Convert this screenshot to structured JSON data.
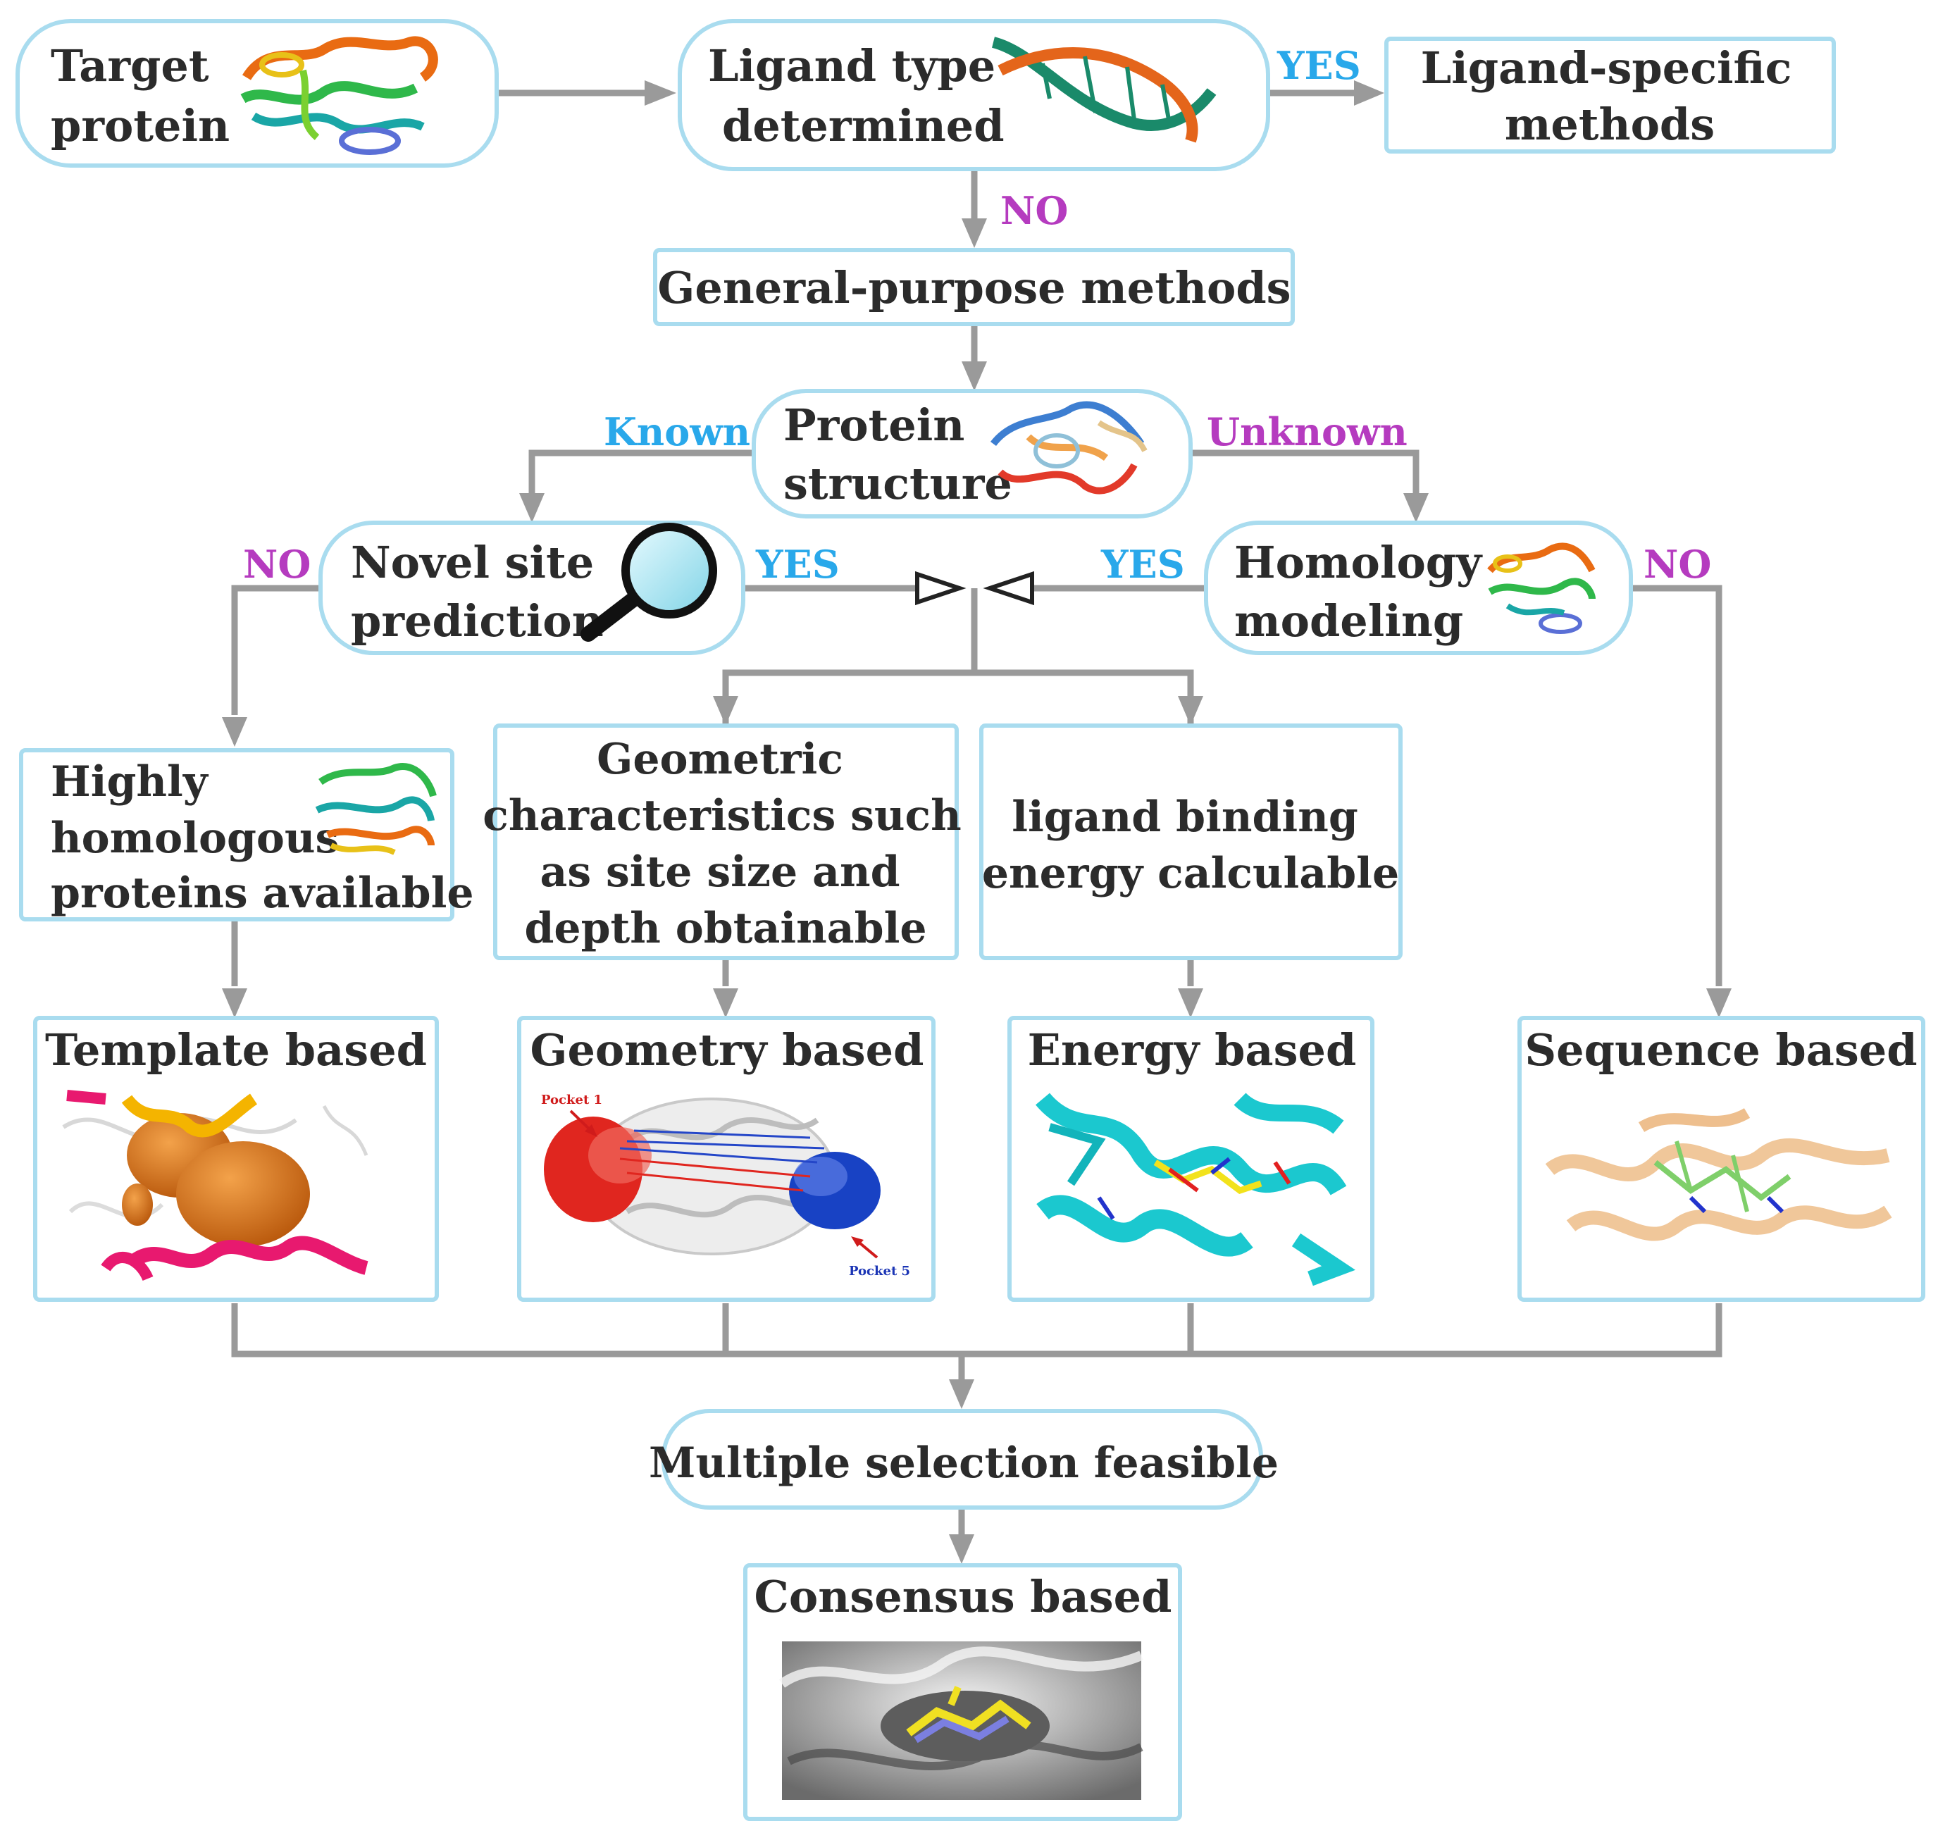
{
  "nodes": {
    "target_protein": [
      "Target",
      "protein"
    ],
    "ligand_type": [
      "Ligand type",
      "determined"
    ],
    "ligand_specific": [
      "Ligand-specific",
      "methods"
    ],
    "general_purpose": "General-purpose methods",
    "protein_structure": [
      "Protein",
      "structure"
    ],
    "novel_site": [
      "Novel site",
      "prediction"
    ],
    "homology": [
      "Homology",
      "modeling"
    ],
    "highly_homologous": [
      "Highly",
      "homologous",
      "proteins available"
    ],
    "geometric_char": [
      "Geometric",
      "characteristics such",
      "as site size and",
      "depth obtainable"
    ],
    "ligand_binding": [
      "ligand binding",
      "energy calculable"
    ],
    "template_based": "Template based",
    "geometry_based": "Geometry based",
    "energy_based": "Energy based",
    "sequence_based": "Sequence based",
    "multiple_selection": "Multiple selection feasible",
    "consensus_based": "Consensus based"
  },
  "edge_labels": {
    "yes_ligand": "YES",
    "no_ligand": "NO",
    "known": "Known",
    "unknown": "Unknown",
    "no_novel": "NO",
    "yes_novel": "YES",
    "yes_homology": "YES",
    "no_homology": "NO"
  },
  "image_labels": {
    "pocket_1": "Pocket 1",
    "pocket_5": "Pocket 5"
  },
  "colors": {
    "box_border": "#a9dcef",
    "connector": "#9a9a9a",
    "yes_label": "#29a8ea",
    "no_label": "#b53bbf",
    "unknown_label": "#b53bbf",
    "known_label": "#29a8ea"
  }
}
